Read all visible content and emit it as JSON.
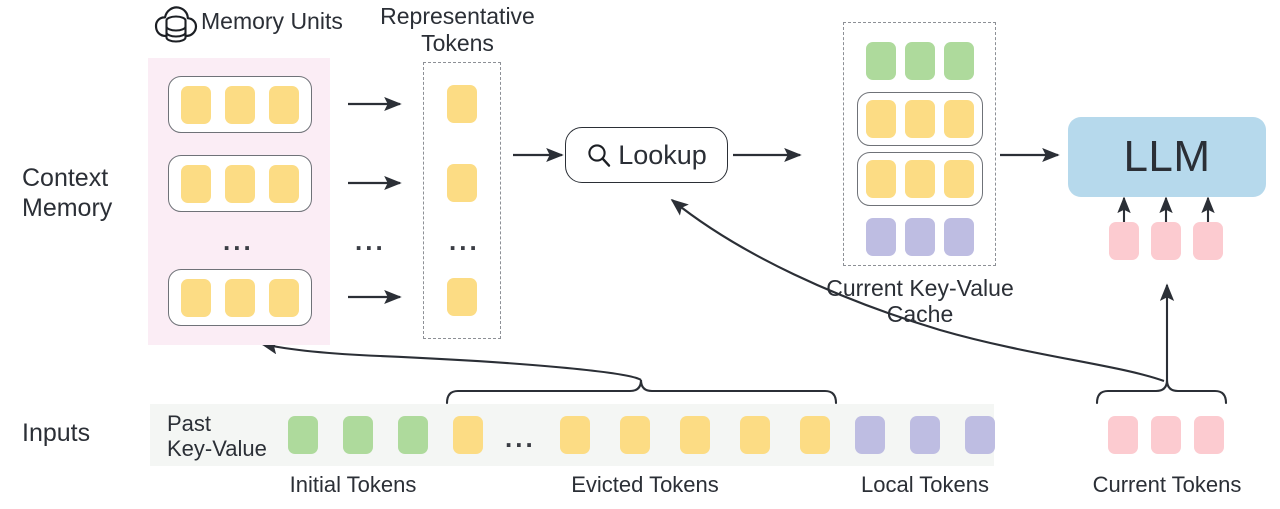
{
  "diagram": {
    "title_icon": "cloud-database-icon",
    "labels": {
      "memory_units": "Memory Units",
      "representative_tokens_line1": "Representative",
      "representative_tokens_line2": "Tokens",
      "context_memory_line1": "Context",
      "context_memory_line2": "Memory",
      "lookup": "Lookup",
      "kv_cache_line1": "Current Key-Value",
      "kv_cache_line2": "Cache",
      "llm": "LLM",
      "inputs": "Inputs",
      "past_key_value_line1": "Past",
      "past_key_value_line2": "Key-Value",
      "initial_tokens": "Initial Tokens",
      "evicted_tokens": "Evicted Tokens",
      "local_tokens": "Local Tokens",
      "current_tokens": "Current Tokens",
      "ellipsis": "..."
    },
    "colors": {
      "token_yellow": "#FCDC84",
      "token_green": "#AEDA9C",
      "token_purple": "#BEBDE2",
      "token_pink": "#FCCBD0",
      "llm_blue": "#B6D9EC",
      "memory_background": "#FBEDF5",
      "inputs_background": "#F4F6F4",
      "stroke": "#2b2f36",
      "dashed_stroke": "#8d9096"
    },
    "memory_units": [
      {
        "tokens": [
          "yellow",
          "yellow",
          "yellow"
        ]
      },
      {
        "tokens": [
          "yellow",
          "yellow",
          "yellow"
        ]
      },
      {
        "tokens": [
          "yellow",
          "yellow",
          "yellow"
        ]
      }
    ],
    "representative_tokens": [
      "yellow",
      "yellow",
      "yellow"
    ],
    "kv_cache_rows": [
      {
        "style": "plain",
        "tokens": [
          "green",
          "green",
          "green"
        ]
      },
      {
        "style": "boxed",
        "tokens": [
          "yellow",
          "yellow",
          "yellow"
        ]
      },
      {
        "style": "boxed",
        "tokens": [
          "yellow",
          "yellow",
          "yellow"
        ]
      },
      {
        "style": "plain",
        "tokens": [
          "purple",
          "purple",
          "purple"
        ]
      }
    ],
    "llm_input_tokens": [
      "pink",
      "pink",
      "pink"
    ],
    "input_sequence": {
      "initial": [
        "green",
        "green",
        "green"
      ],
      "evicted_head": [
        "yellow"
      ],
      "evicted_tail": [
        "yellow",
        "yellow",
        "yellow",
        "yellow",
        "yellow"
      ],
      "local": [
        "purple",
        "purple",
        "purple"
      ],
      "current": [
        "pink",
        "pink",
        "pink"
      ]
    }
  }
}
